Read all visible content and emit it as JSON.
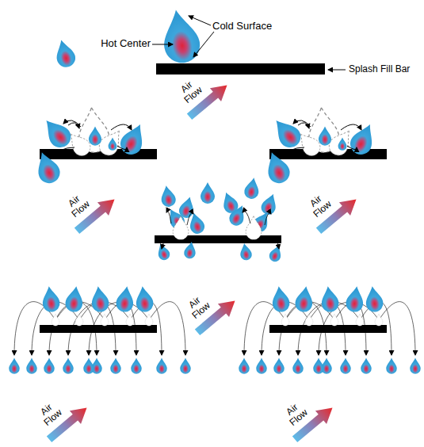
{
  "diagram": {
    "labels": [
      "Cold Surface",
      "Hot Center",
      "Splash Fill Bar",
      "Air Flow",
      "Air Flow",
      "Air Flow",
      "Air Flow",
      "Air Flow",
      "Air Flow"
    ]
  }
}
